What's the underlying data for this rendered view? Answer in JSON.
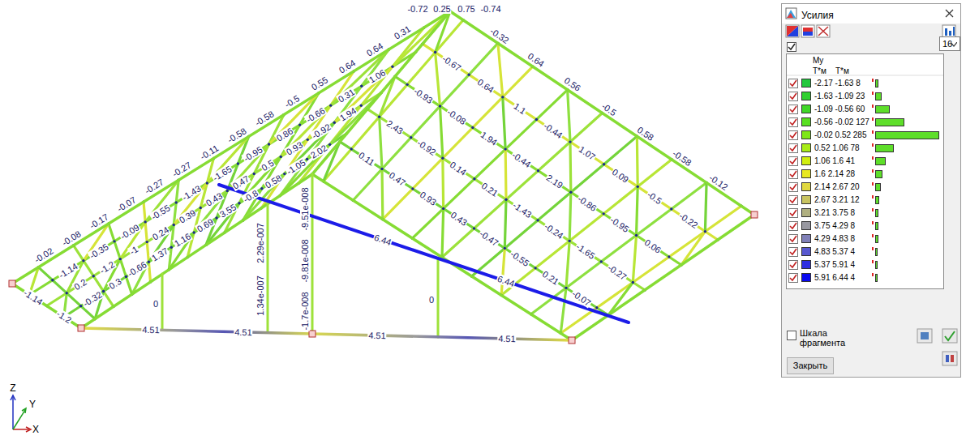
{
  "diagram": {
    "nodes": [
      {
        "text": [
          "Усилия"
        ]
      },
      {
        "text": [
          "16"
        ],
        "in": 0
      },
      {
        "text": [
          "Закрыть"
        ],
        "in": 0
      }
    ],
    "labels": [
      "-0.72",
      "0.25",
      "0.75",
      "-0.74",
      "0.31",
      "0.64",
      "0.64",
      "0.55",
      "-0.5",
      "-0.58",
      "-0.58",
      "-0.11",
      "-0.27",
      "-0.27",
      "-0.07",
      "-0.17",
      "-0.08",
      "-0.02",
      "-0.32",
      "0.64",
      "0.56",
      "-0.5",
      "0.58",
      "-0.58",
      "-0.12",
      "1.06",
      "0.31",
      "-0.66",
      "0.86",
      "-0.95",
      "-1.65",
      "-1.43",
      "-0.55",
      "-0.09",
      "-0.35",
      "-1.14",
      "1.94",
      "-0.92",
      "0.93",
      "0.5",
      "0.47",
      "0.43",
      "0.39",
      "0.24",
      "-1",
      "-1.2",
      "0.2",
      "2.02",
      "-1.05",
      "0.58",
      "-0.8",
      "3.55",
      "0.69",
      "1.16",
      "1.37",
      "-0.66",
      "0.3",
      "-0.32",
      "-0.67",
      "0.64",
      "1.1",
      "-0.44",
      "1.07",
      "0.09",
      "-0.5",
      "-0.22",
      "-0.93",
      "-0.08",
      "1.94",
      "-0.44",
      "2.19",
      "-0.86",
      "-0.95",
      "0.06",
      "2.43",
      "-0.92",
      "0.14",
      "0.21",
      "-1.43",
      "-0.24",
      "-1.65",
      "-0.27",
      "0.11",
      "0.47",
      "0.93",
      "0.43",
      "-0.47",
      "-0.55",
      "0.21",
      "-0.07",
      "6.44",
      "6.44",
      "4.51",
      "4.51",
      "4.51",
      "4.51",
      "0",
      "-9.51e-008",
      "-9.81e-008",
      "-1.7e-008",
      "2.29e-007",
      "1.34e-007",
      "0",
      "-1.14",
      "-1.2",
      "Z",
      "Y",
      "X",
      "My",
      "T*м",
      "T*м",
      "Шкала фрагмента"
    ],
    "legend": [
      {
        "text": "-2.17 -1.63 8",
        "color": "#22c83c"
      },
      {
        "text": "-1.63 -1.09 23",
        "color": "#30d030"
      },
      {
        "text": "-1.09 -0.56 60",
        "color": "#40d828"
      },
      {
        "text": "-0.56 -0.02 127",
        "color": "#58e020"
      },
      {
        "text": "-0.02 0.52 285",
        "color": "#7ee818"
      },
      {
        "text": "0.52 1.06 78",
        "color": "#a8ec18"
      },
      {
        "text": "1.06 1.6 41",
        "color": "#d0ee10"
      },
      {
        "text": "1.6 2.14 28",
        "color": "#e8e820"
      },
      {
        "text": "2.14 2.67 20",
        "color": "#e0d840"
      },
      {
        "text": "2.67 3.21 12",
        "color": "#c8c460"
      },
      {
        "text": "3.21 3.75 8",
        "color": "#b0b080"
      },
      {
        "text": "3.75 4.29 8",
        "color": "#9898a0"
      },
      {
        "text": "4.29 4.83 8",
        "color": "#8080b8"
      },
      {
        "text": "4.83 5.37 4",
        "color": "#5858d0"
      },
      {
        "text": "5.37 5.91 4",
        "color": "#3030e0"
      },
      {
        "text": "5.91 6.44 4",
        "color": "#0a0af0"
      }
    ]
  }
}
